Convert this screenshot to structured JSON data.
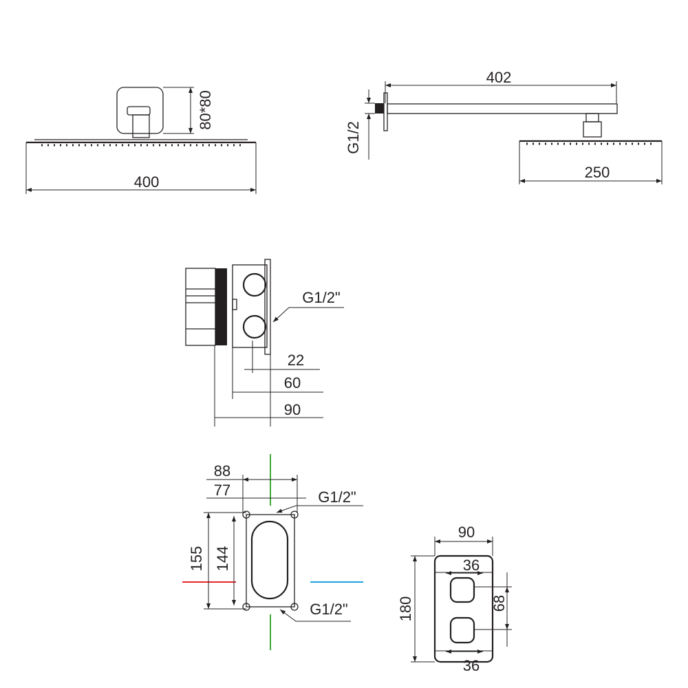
{
  "drawing": {
    "shower_head_front": {
      "width": "400",
      "flange": "80*80"
    },
    "shower_arm_side": {
      "arm_length": "402",
      "connection": "G1/2",
      "head_depth": "250"
    },
    "valve_side": {
      "connection": "G1/2\"",
      "dims": [
        "22",
        "60",
        "90"
      ]
    },
    "valve_front": {
      "width_outer": "88",
      "width_inner": "77",
      "height_outer": "155",
      "height_inner": "144",
      "connection_top": "G1/2\"",
      "connection_bottom": "G1/2\""
    },
    "trim_plate": {
      "width": "90",
      "height": "180",
      "knob_width_top": "36",
      "knob_width_bottom": "36",
      "knob_spacing": "68"
    }
  },
  "colors": {
    "line": "#231f20",
    "hot": "#e8262b",
    "cold": "#1aa3e0",
    "axis": "#3aaa35"
  }
}
